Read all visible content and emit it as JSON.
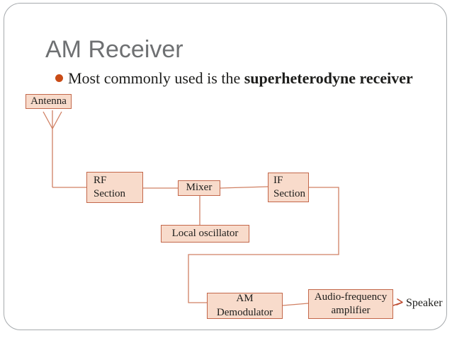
{
  "slide": {
    "title": "AM Receiver",
    "bullet": {
      "text": "Most commonly used is the ",
      "bold_text": "superheterodyne receiver"
    }
  },
  "diagram": {
    "blocks": {
      "antenna": {
        "lines": [
          "Antenna"
        ]
      },
      "rf": {
        "lines": [
          "RF",
          "Section"
        ]
      },
      "mixer": {
        "lines": [
          "Mixer"
        ]
      },
      "if": {
        "lines": [
          "IF",
          "Section"
        ]
      },
      "local_oscillator": {
        "lines": [
          "Local oscillator"
        ]
      },
      "am_demodulator": {
        "lines": [
          "AM",
          "Demodulator"
        ]
      },
      "audio_amplifier": {
        "lines": [
          "Audio-frequency",
          "amplifier"
        ]
      }
    },
    "speaker_label": "Speaker"
  },
  "colors": {
    "box-fill": "#f8dbcb",
    "box-border": "#c3674a",
    "line": "#d08063",
    "arrow": "#bf4e33",
    "title": "#6e7072",
    "bullet": "#c94b16",
    "text": "#1d1d1b",
    "slide-border": "#a6aaad"
  }
}
